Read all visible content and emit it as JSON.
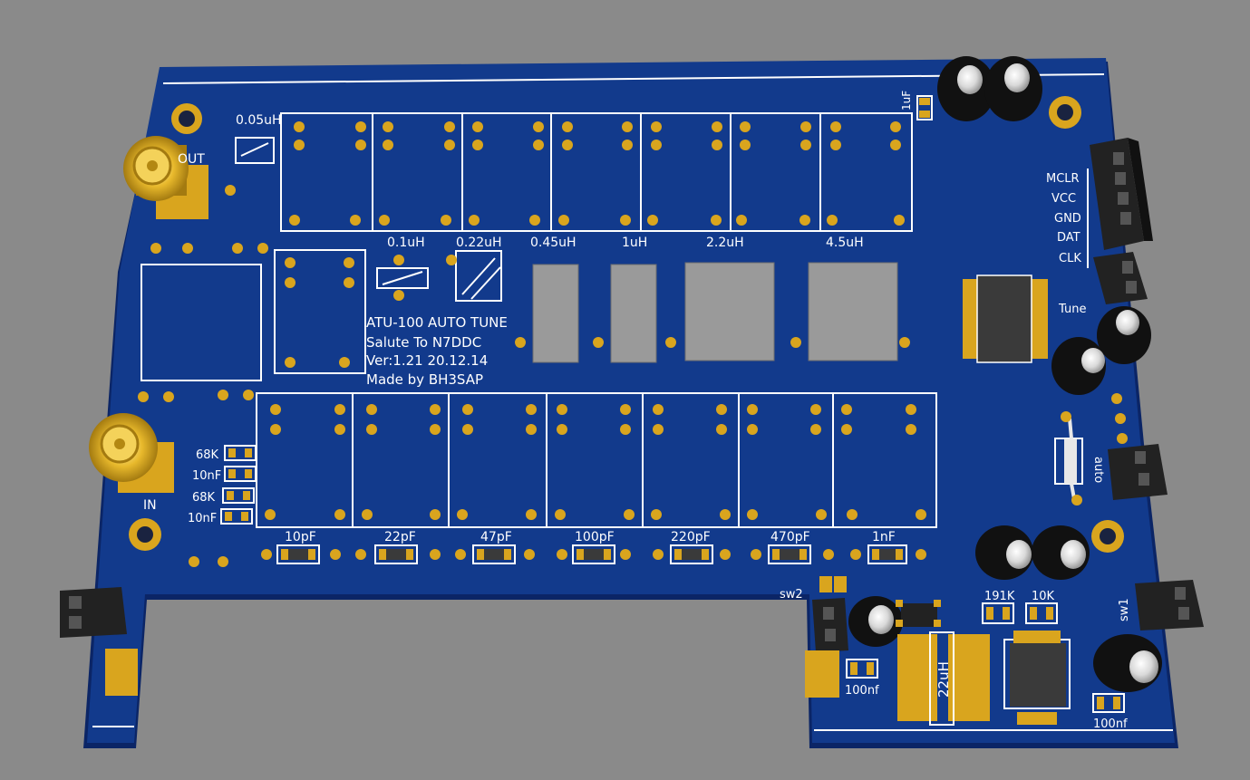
{
  "board": {
    "colors": {
      "background": "#8a8a8a",
      "pcb": "#123a8c",
      "pcb_edge": "#0b2566",
      "silkscreen": "#ffffff",
      "gold": "#e3b62c",
      "chip": "#3a3a3a"
    },
    "connectors": {
      "out": "OUT",
      "in": "IN"
    },
    "inductors": {
      "group_label": "0.05uH",
      "values": [
        "0.1uH",
        "0.22uH",
        "0.45uH",
        "1uH",
        "2.2uH",
        "4.5uH"
      ]
    },
    "capacitors": {
      "values": [
        "10pF",
        "22pF",
        "47pF",
        "100pF",
        "220pF",
        "470pF",
        "1nF"
      ]
    },
    "title_block": {
      "line1": "ATU-100 AUTO TUNE",
      "line2": "Salute To N7DDC",
      "line3": "Ver:1.21   20.12.14",
      "line4": "Made by BH3SAP"
    },
    "header_pins": [
      "MCLR",
      "VCC",
      "GND",
      "DAT",
      "CLK"
    ],
    "labels": {
      "tune": "Tune",
      "auto": "auto",
      "sw1": "sw1",
      "sw2": "sw2",
      "cap_1uf": "1uF",
      "r_68k_a": "68K",
      "c_10nf_a": "10nF",
      "r_68k_b": "68K",
      "c_10nf_b": "10nF",
      "r_191k": "191K",
      "r_10k": "10K",
      "inductor_22uh": "22uH",
      "c_100nf_a": "100nf",
      "c_100nf_b": "100nf"
    }
  }
}
